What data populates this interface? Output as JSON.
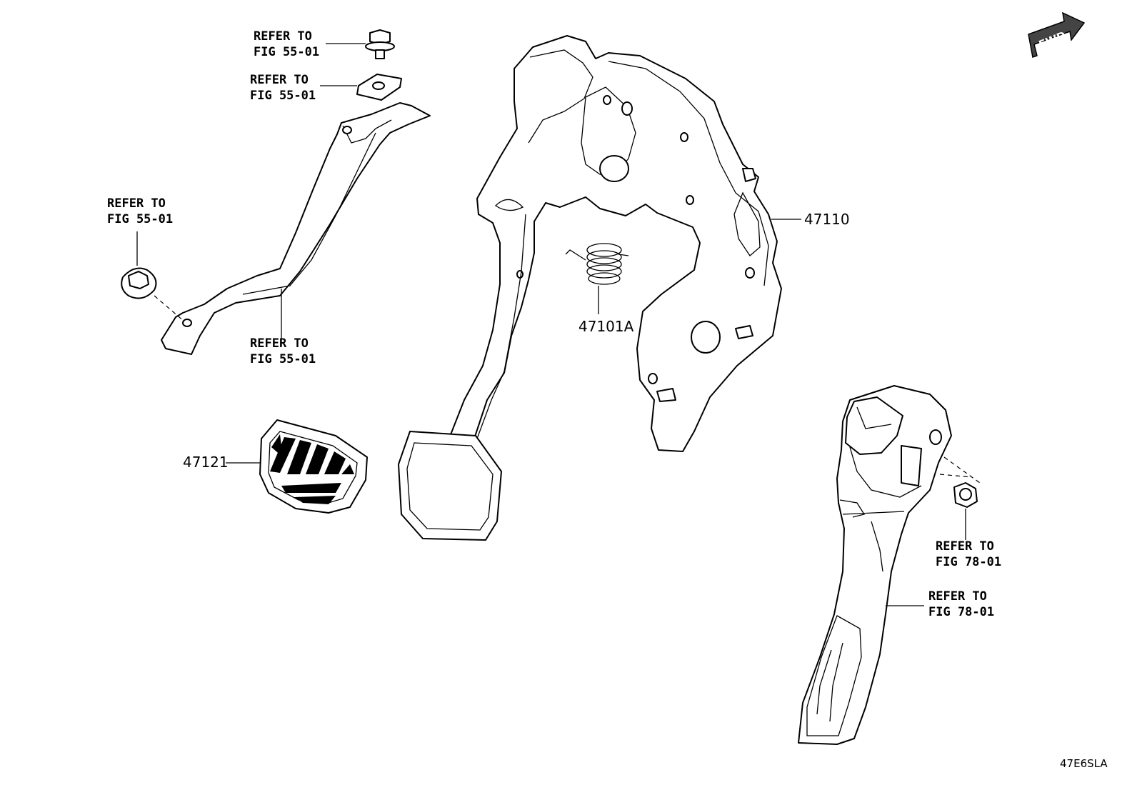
{
  "labels": {
    "refer_bolt_top": [
      "REFER TO",
      "FIG 55-01"
    ],
    "refer_nut_top": [
      "REFER TO",
      "FIG 55-01"
    ],
    "refer_bolt_left": [
      "REFER TO",
      "FIG 55-01"
    ],
    "refer_bracket": [
      "REFER TO",
      "FIG 55-01"
    ],
    "refer_accel_nut": [
      "REFER TO",
      "FIG 78-01"
    ],
    "refer_accel_pedal": [
      "REFER TO",
      "FIG 78-01"
    ]
  },
  "part_numbers": {
    "pedal_support": "47110",
    "return_spring": "47101A",
    "pedal_pad": "47121"
  },
  "fwd_arrow": "FWD",
  "drawing_code": "47E6SLA"
}
